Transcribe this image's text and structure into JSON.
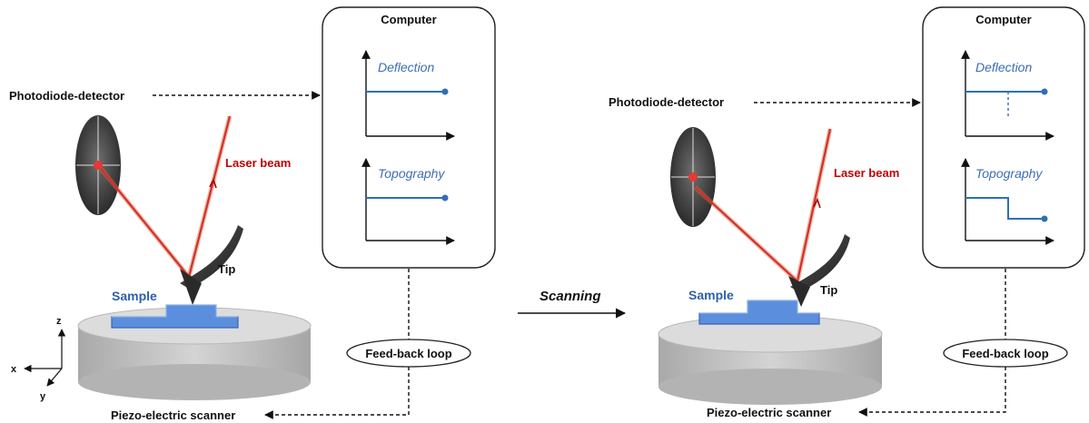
{
  "labels": {
    "computer": "Computer",
    "deflection": "Deflection",
    "topography": "Topography",
    "photodiode": "Photodiode-detector",
    "laser_beam": "Laser beam",
    "tip": "Tip",
    "sample": "Sample",
    "feedback_loop": "Feed-back loop",
    "piezo_scanner": "Piezo-electric scanner",
    "scanning": "Scanning",
    "axis_x": "x",
    "axis_y": "y",
    "axis_z": "z"
  },
  "colors": {
    "laser": "#d32f2f",
    "laser_label": "#c00000",
    "sample": "#5b8fde",
    "plot_line": "#2f6fb5",
    "plot_label": "#3d6db5",
    "detector": "#3a3a3a",
    "scanner": "#c8c8c8"
  }
}
